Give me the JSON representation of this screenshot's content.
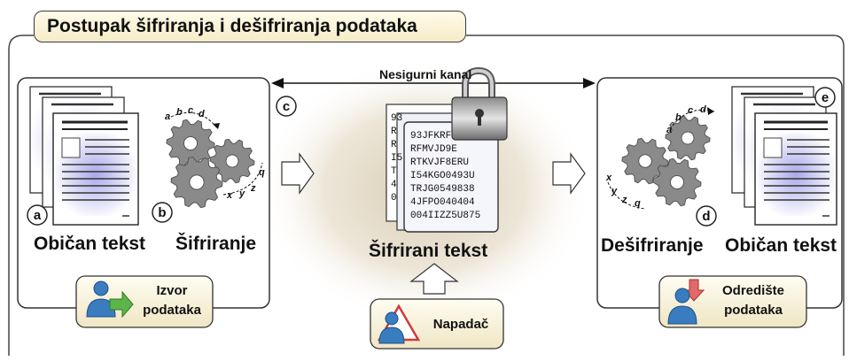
{
  "title": "Postupak šifriranja i dešifriranja podataka",
  "channel_label": "Nesigurni kanal",
  "left": {
    "plaintext_label": "Običan tekst",
    "encrypt_label": "Šifriranje",
    "source_line1": "Izvor",
    "source_line2": "podataka",
    "marker_a": "a",
    "marker_b": "b"
  },
  "middle": {
    "ciphertext_label": "Šifrirani tekst",
    "attacker_label": "Napadač",
    "marker_c": "c",
    "cipher_lines": [
      "93JFKRFC",
      "RFMVJD9E",
      "RTKVJF8ERU",
      "I54KGO0493U",
      "TRJG0549838",
      "4JFPO040404",
      "004IIZZ5U875"
    ],
    "back_lines": [
      "93",
      "R",
      "R",
      "I5",
      "T",
      "4",
      "0"
    ]
  },
  "right": {
    "decrypt_label": "Dešifriranje",
    "plaintext_label": "Običan tekst",
    "dest_line1": "Odredište",
    "dest_line2": "podataka",
    "marker_d": "d",
    "marker_e": "e"
  },
  "gear_letters": {
    "enc_top": [
      "a",
      "b",
      "c",
      "d"
    ],
    "enc_bottom": [
      "x",
      "y",
      "z",
      "q"
    ],
    "dec_top": [
      "a",
      "b",
      "c",
      "d"
    ],
    "dec_bottom": [
      "x",
      "y",
      "z",
      "q"
    ]
  },
  "colors": {
    "gear": "#8a8a8a",
    "arrow_green": "#5cb54a",
    "arrow_red": "#e06a6a",
    "person_blue": "#3a7cc0",
    "title_bg": "#f7efcf"
  }
}
